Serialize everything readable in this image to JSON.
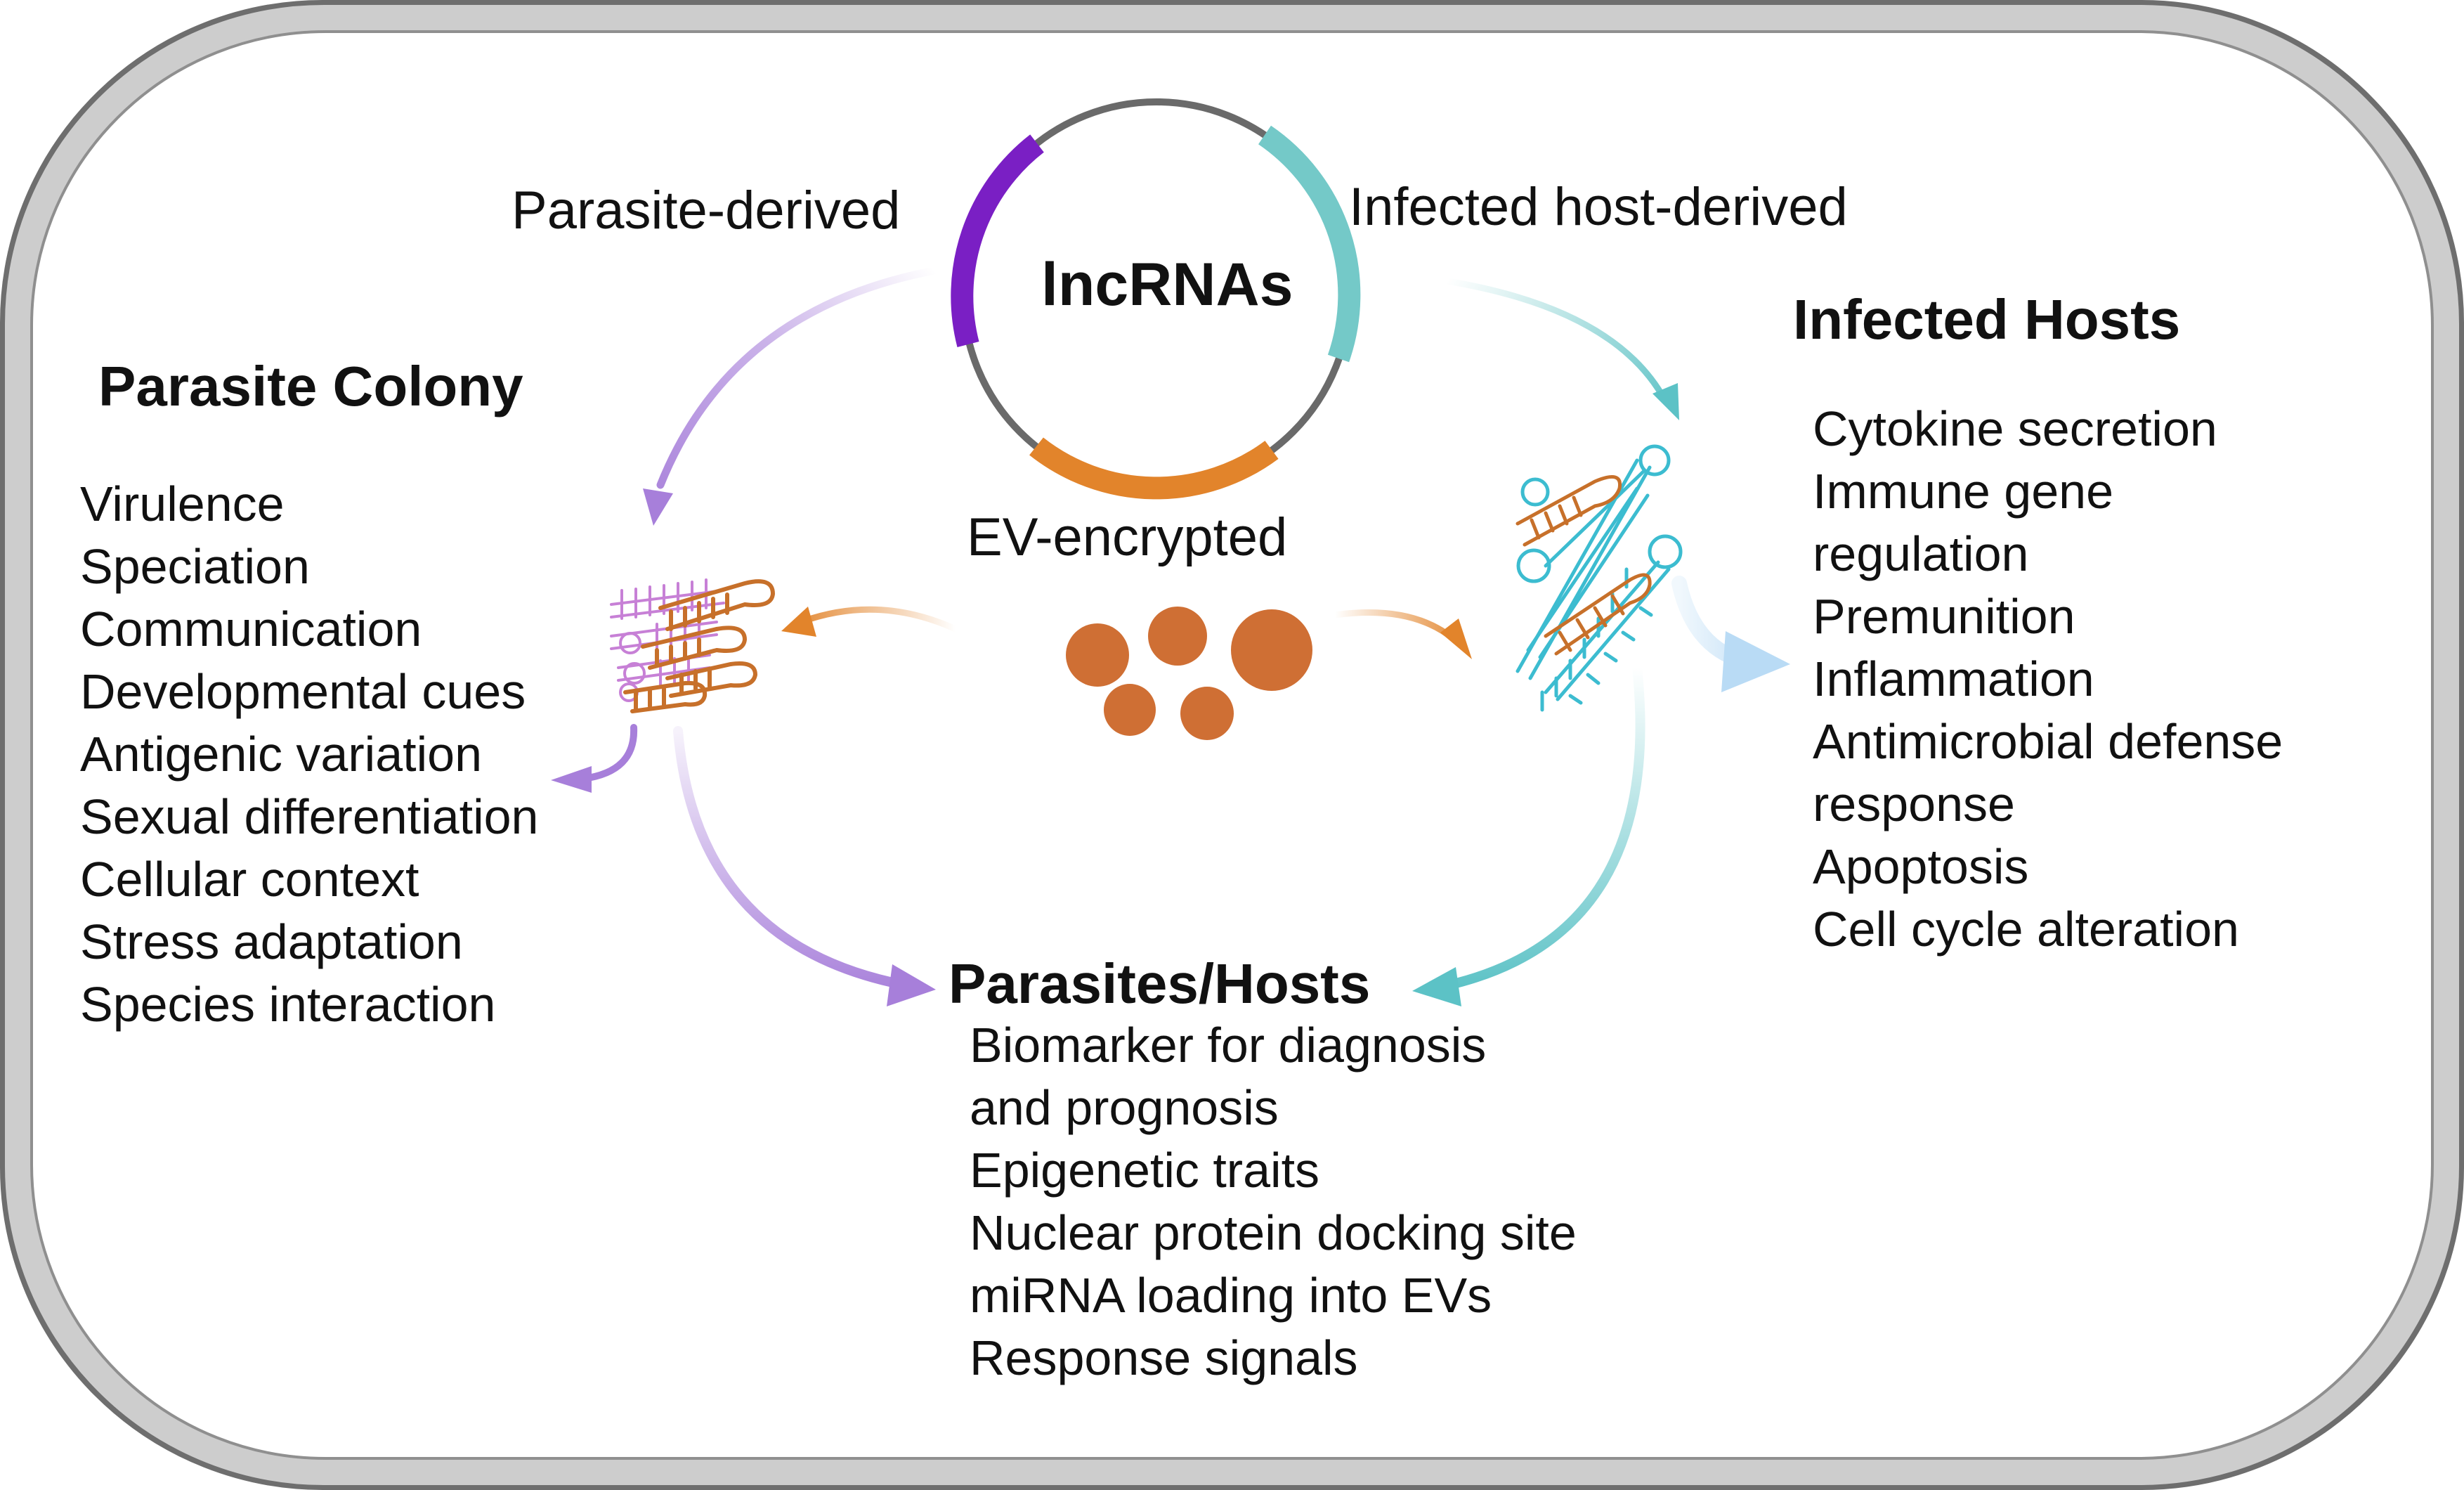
{
  "colors": {
    "purple": "#7a1fc4",
    "purple_light": "#a77fda",
    "teal": "#74c9c8",
    "teal_arrow": "#5cc2c6",
    "light_blue": "#b9dbf5",
    "orange": "#e2842b",
    "ev_dots": "#cf6f34",
    "frame_outer": "#6e6e6e",
    "frame_fill": "#cdcdcd",
    "ring": "#6a6a6a"
  },
  "center": {
    "title": "lncRNAs",
    "parasite_label": "Parasite-derived",
    "host_label": "Infected host-derived",
    "ev_label": "EV-encrypted"
  },
  "parasite_colony": {
    "heading": "Parasite Colony",
    "items": [
      "Virulence",
      "Speciation",
      "Communication",
      "Developmental cues",
      "Antigenic variation",
      "Sexual differentiation",
      "Cellular context",
      "Stress adaptation",
      "Species interaction"
    ]
  },
  "infected_hosts": {
    "heading": "Infected Hosts",
    "items": [
      "Cytokine secretion",
      "Immune gene",
      "regulation",
      "Premunition",
      "Inflammation",
      "Antimicrobial defense",
      "response",
      "Apoptosis",
      "Cell cycle alteration"
    ]
  },
  "parasites_hosts": {
    "heading": "Parasites/Hosts",
    "items": [
      "Biomarker for diagnosis",
      "and prognosis",
      "Epigenetic traits",
      "Nuclear protein docking site",
      "miRNA loading into EVs",
      "Response signals"
    ]
  }
}
